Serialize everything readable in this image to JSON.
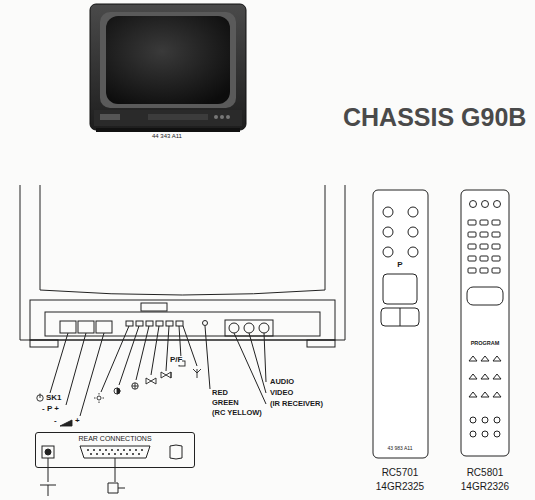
{
  "diagram": {
    "title": "CHASSIS G90B",
    "nodes": [
      {
        "text": [
          "REAR CONNECTIONS"
        ]
      }
    ],
    "labels": [
      "44 343 A11",
      "SK1",
      "- P +",
      "-",
      "+",
      "P/F",
      "RED",
      "GREEN",
      "(RC YELLOW)",
      "AUDIO",
      "VIDEO",
      "(IR RECEIVER)",
      "P",
      "PROGRAM",
      "43 983 A11",
      "RC5701",
      "14GR2325",
      "RC5801",
      "14GR2326"
    ]
  }
}
